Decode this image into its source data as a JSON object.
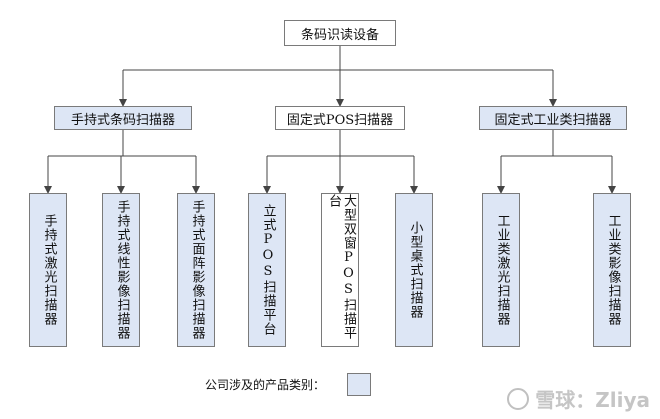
{
  "root": {
    "label": "条码识读设备"
  },
  "categories": [
    {
      "label": "手持式条码扫描器",
      "children": [
        "手持式激光扫描器",
        "手持式线性影像扫描器",
        "手持式面阵影像扫描器"
      ]
    },
    {
      "label": "固定式POS扫描器",
      "children": [
        "立式POS扫描平台",
        "大型双窗POS扫描平台",
        "小型桌式扫描器"
      ]
    },
    {
      "label": "固定式工业类扫描器",
      "children": [
        "工业类激光扫描器",
        "工业类影像扫描器"
      ]
    }
  ],
  "legend": {
    "label": "公司涉及的产品类别："
  },
  "watermark": {
    "text": "雪球：Zliya"
  },
  "colors": {
    "highlight": "#dde6f5",
    "border": "#7a7a7a",
    "line": "#444444"
  }
}
